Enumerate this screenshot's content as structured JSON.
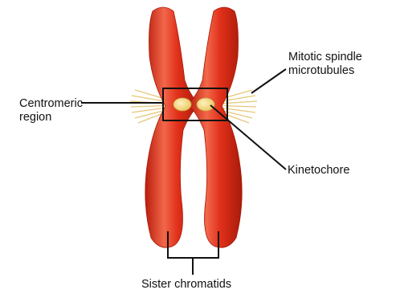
{
  "labels": {
    "mitotic_spindle": [
      "Mitotic spindle",
      "microtubules"
    ],
    "centromeric_region": [
      "Centromeric",
      "region"
    ],
    "kinetochore": "Kinetochore",
    "sister_chromatids": "Sister chromatids"
  },
  "colors": {
    "chromatid": "#e0301a",
    "chromatid_dark": "#b91d0c",
    "chromatid_highlight": "#f2674a",
    "kinetochore": "#f1d67a",
    "microtubule": "#e6c77a",
    "leader_line": "#111111"
  }
}
